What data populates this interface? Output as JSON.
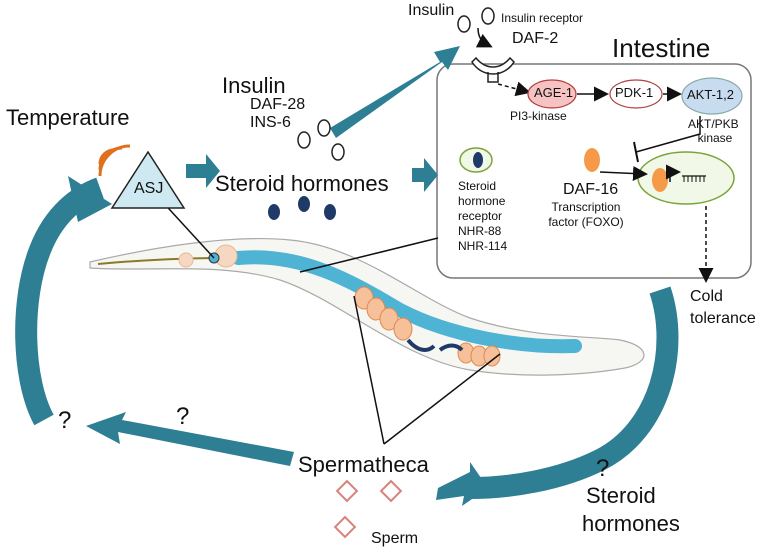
{
  "labels": {
    "temperature": "Temperature",
    "asj": "ASJ",
    "insulin_top": "Insulin",
    "insulin_receptor": "Insulin receptor",
    "daf2": "DAF-2",
    "intestine": "Intestine",
    "insulin_mid": "Insulin",
    "daf28": "DAF-28",
    "ins6": "INS-6",
    "steroid_hormones": "Steroid hormones",
    "age1": "AGE-1",
    "pi3kinase": "PI3-kinase",
    "pdk1": "PDK-1",
    "akt12": "AKT-1,2",
    "aktpkb": "AKT/PKB",
    "kinase": "kinase",
    "steroid_receptor": [
      "Steroid",
      "hormone",
      "receptor",
      "NHR-88",
      "NHR-114"
    ],
    "daf16": "DAF-16",
    "transcription_factor": [
      "Transcription",
      "factor (FOXO)"
    ],
    "cold_tolerance": [
      "Cold",
      "tolerance"
    ],
    "question": "?",
    "spermatheca": "Spermatheca",
    "sperm": "Sperm",
    "steroid_hormones_bottom": [
      "Steroid",
      "hormones"
    ]
  },
  "colors": {
    "teal_arrow": "#2e7f94",
    "worm_gut": "#4fb3d3",
    "oocyte": "#f6c09a",
    "oocyte_edge": "#e08a4d",
    "steroid_dot": "#1f3a66",
    "age1_fill": "#f6c2c2",
    "pdk1_edge": "#b04040",
    "akt_fill": "#c8dcef",
    "daf16": "#f59a48",
    "nucleus_edge": "#7aa53a",
    "nucleus_fill": "#f2f8e8",
    "sperm": "#d8847a",
    "temp_waves": "#e0701e",
    "asj_fill": "#cfe9f2"
  }
}
